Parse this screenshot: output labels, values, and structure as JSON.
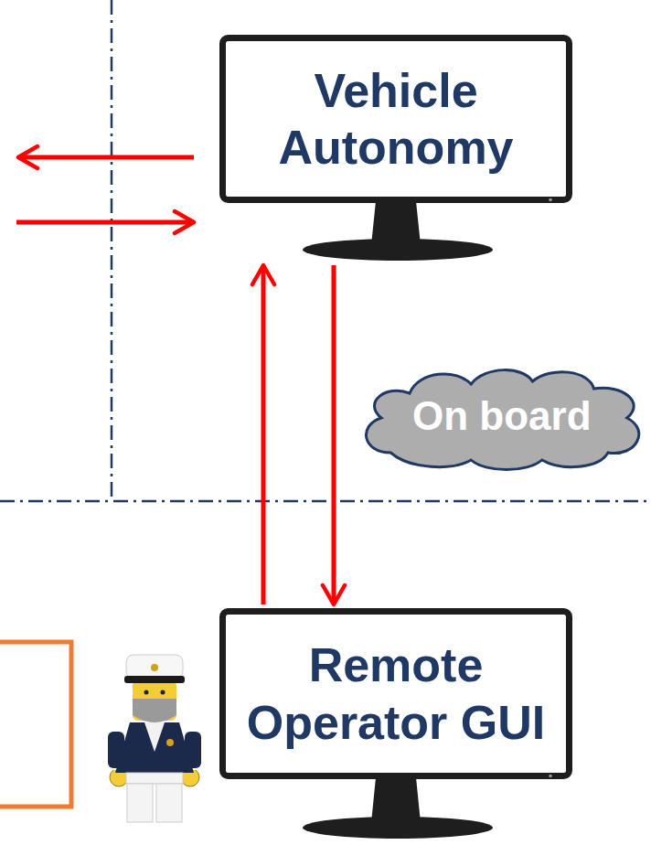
{
  "diagram": {
    "nodes": [
      {
        "text": [
          "Vehicle Autonomy"
        ]
      },
      {
        "text": [
          "On board"
        ]
      },
      {
        "text": [
          "Remote Operator GUI"
        ]
      }
    ],
    "edges": [
      {
        "from": 2,
        "to": 0,
        "arrow": "to"
      },
      {
        "from": 0,
        "to": 2,
        "arrow": "to"
      }
    ]
  }
}
